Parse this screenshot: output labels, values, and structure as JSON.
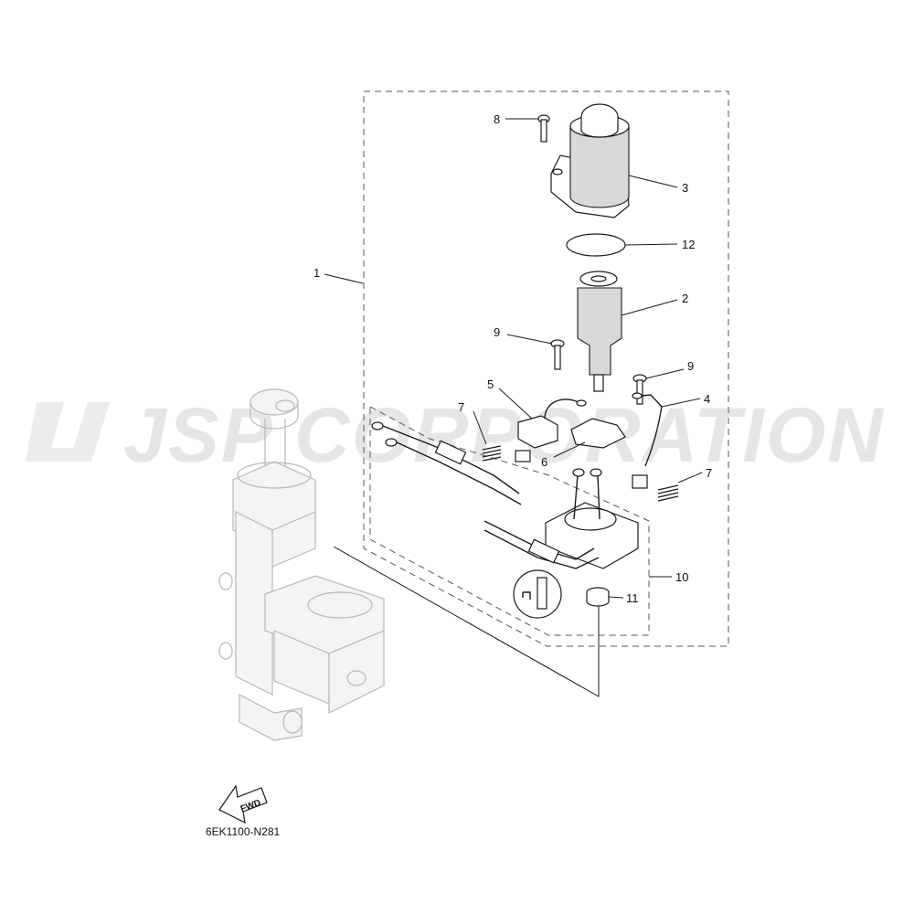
{
  "diagram": {
    "callouts": [
      "1",
      "2",
      "3",
      "4",
      "5",
      "6",
      "7",
      "7",
      "8",
      "9",
      "9",
      "10",
      "11",
      "12"
    ],
    "drawing_code": "6EK1100-N281",
    "fwd_label": "FWD",
    "watermark": "JSP CORPORATION"
  },
  "colors": {
    "line": "#1a1a1a",
    "ghost_line": "#b8b8b8",
    "watermark": "#e6e6e6",
    "background": "#ffffff"
  }
}
